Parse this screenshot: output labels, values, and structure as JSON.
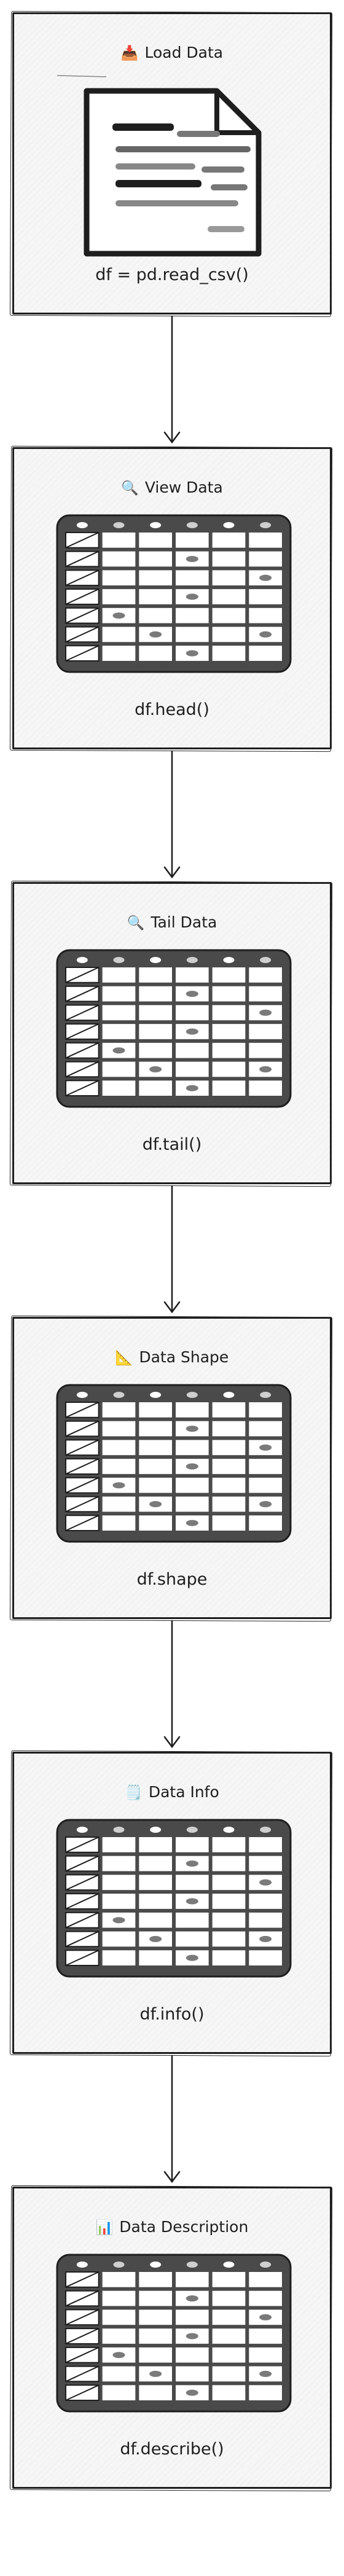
{
  "steps": [
    {
      "emoji": "📥",
      "title": "Load Data",
      "code": "df = pd.read_csv()",
      "icon": "document-icon"
    },
    {
      "emoji": "🔍",
      "title": "View Data",
      "code": "df.head()",
      "icon": "table-icon"
    },
    {
      "emoji": "🔍",
      "title": "Tail Data",
      "code": "df.tail()",
      "icon": "table-icon"
    },
    {
      "emoji": "📐",
      "title": "Data Shape",
      "code": "df.shape",
      "icon": "table-icon"
    },
    {
      "emoji": "🗒️",
      "title": "Data Info",
      "code": "df.info()",
      "icon": "table-icon"
    },
    {
      "emoji": "📊",
      "title": "Data Description",
      "code": "df.describe()",
      "icon": "table-icon"
    }
  ],
  "colors": {
    "border": "#1e1e1e",
    "fill": "#f6f6f6",
    "icon": "#4a4a4a"
  }
}
